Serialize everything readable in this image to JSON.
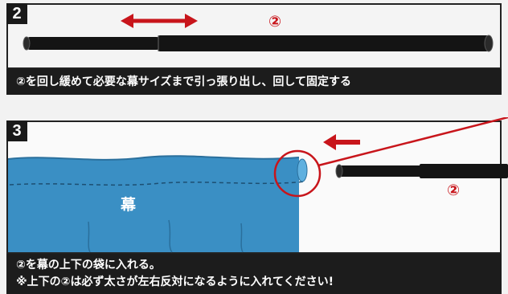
{
  "step2": {
    "number": "2",
    "marker": "②",
    "caption": "②を回し緩めて必要な幕サイズまで引っ張り出し、回して固定する"
  },
  "step3": {
    "number": "3",
    "marker": "②",
    "curtain_label": "幕",
    "caption_line1": "②を幕の上下の袋に入れる。",
    "caption_line2": "※上下の②は必ず太さが左右反対になるように入れてください!"
  },
  "colors": {
    "accent_red": "#c8151b",
    "curtain_blue": "#3a8fc4",
    "rod_black": "#141414",
    "caption_bg": "#1c1c1c"
  }
}
